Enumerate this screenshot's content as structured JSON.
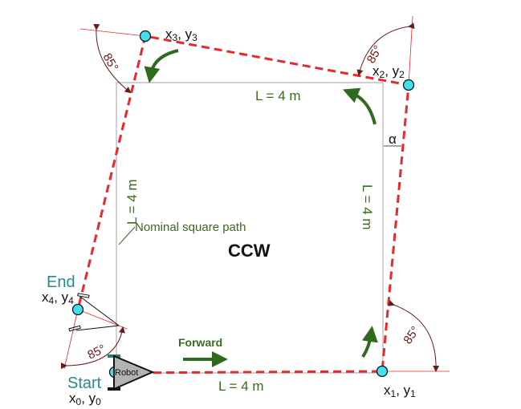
{
  "diagram": {
    "direction": "CCW",
    "nominal_path_label": "Nominal square path",
    "side_labels": {
      "bottom": "L = 4 m",
      "right": "L = 4 m",
      "top": "L = 4 m",
      "left": "L = 4 m"
    },
    "angle_label": "85°",
    "alpha_label": "α",
    "forward_label": "Forward",
    "robot_label": "Robot",
    "start_label": "Start",
    "end_label": "End",
    "points": [
      {
        "x": "x",
        "y": "y",
        "i": "0"
      },
      {
        "x": "x",
        "y": "y",
        "i": "1"
      },
      {
        "x": "x",
        "y": "y",
        "i": "2"
      },
      {
        "x": "x",
        "y": "y",
        "i": "3"
      },
      {
        "x": "x",
        "y": "y",
        "i": "4"
      }
    ],
    "colors": {
      "path": "#e8282a",
      "nominal": "#b0b0b0",
      "arrow": "#2f6b1f",
      "marker": "#40e0f0",
      "angle": "#6b1a1a",
      "label_teal": "#2a8a8a"
    }
  }
}
